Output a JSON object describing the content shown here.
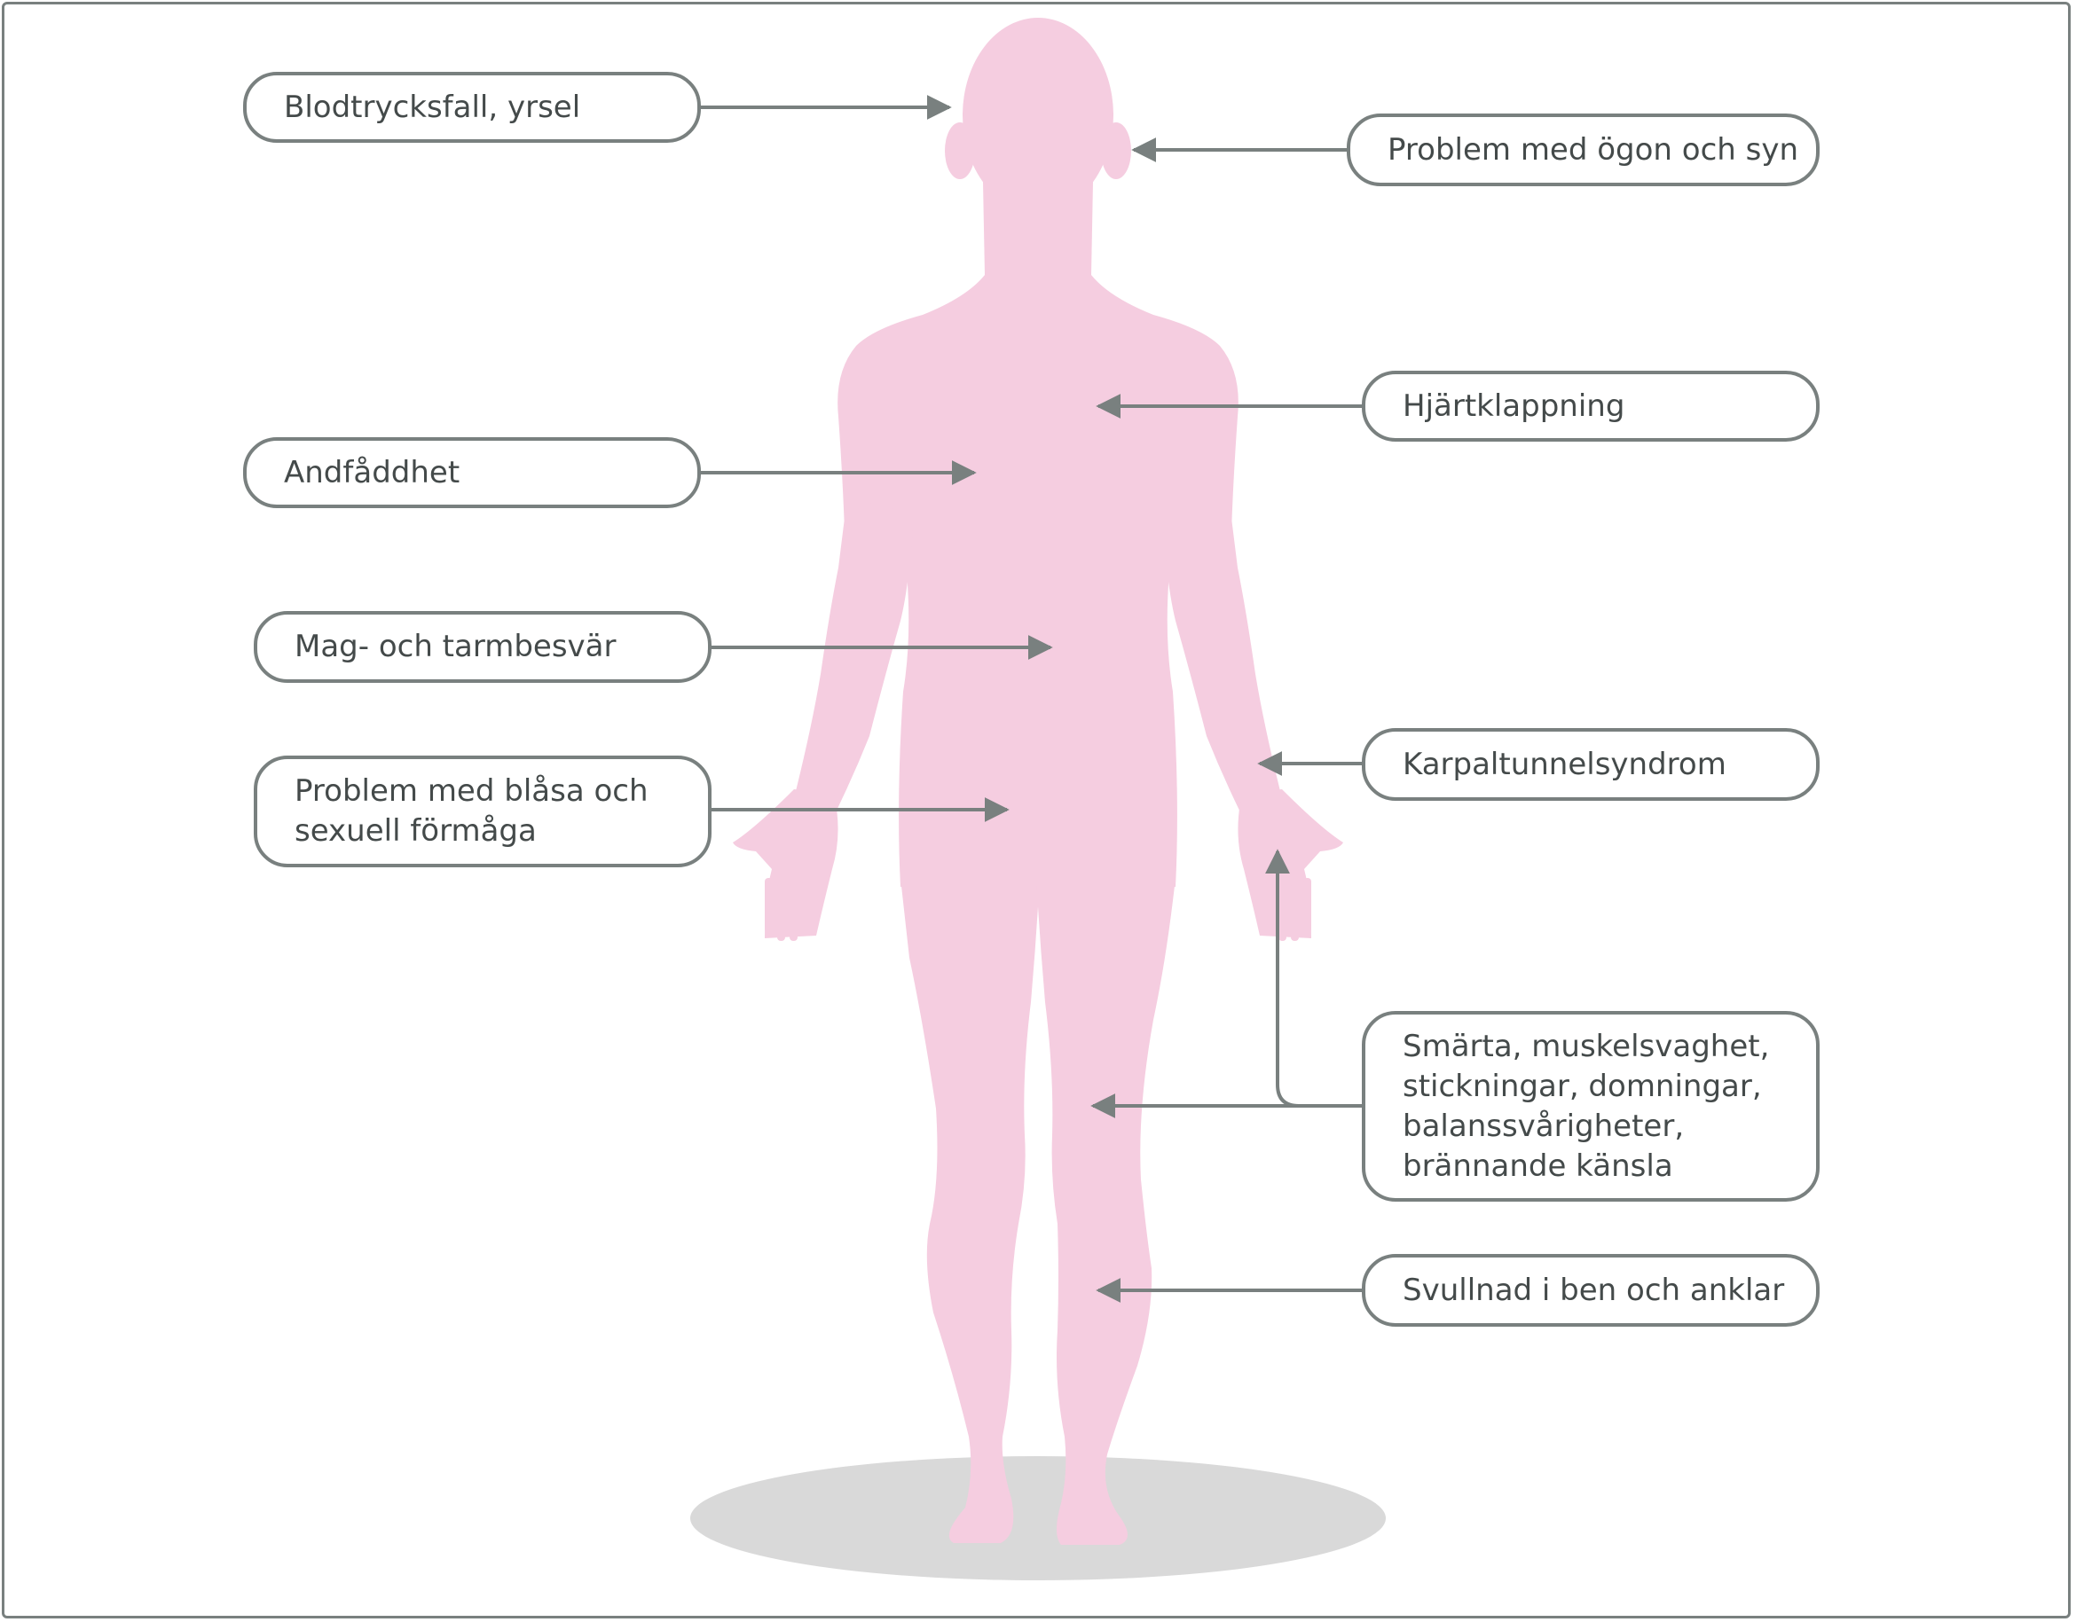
{
  "labels": {
    "dizziness": "Blodtrycksfall, yrsel",
    "eyes": "Problem med ögon och syn",
    "heart": "Hjärtklappning",
    "breath": "Andfåddhet",
    "stomach": "Mag- och tarmbesvär",
    "bladder_line1": "Problem med blåsa och",
    "bladder_line2": "sexuell förmåga",
    "carpal": "Karpaltunnelsyndrom",
    "nerve_line1": "Smärta, muskelsvaghet,",
    "nerve_line2": "stickningar, domningar,",
    "nerve_line3": "balanssvårigheter,",
    "nerve_line4": "brännande känsla",
    "swelling": "Svullnad i ben och anklar"
  },
  "colors": {
    "body": "#f5cde0",
    "shadow": "#d9d9d9",
    "line": "#79807f",
    "text": "#444a4a"
  }
}
